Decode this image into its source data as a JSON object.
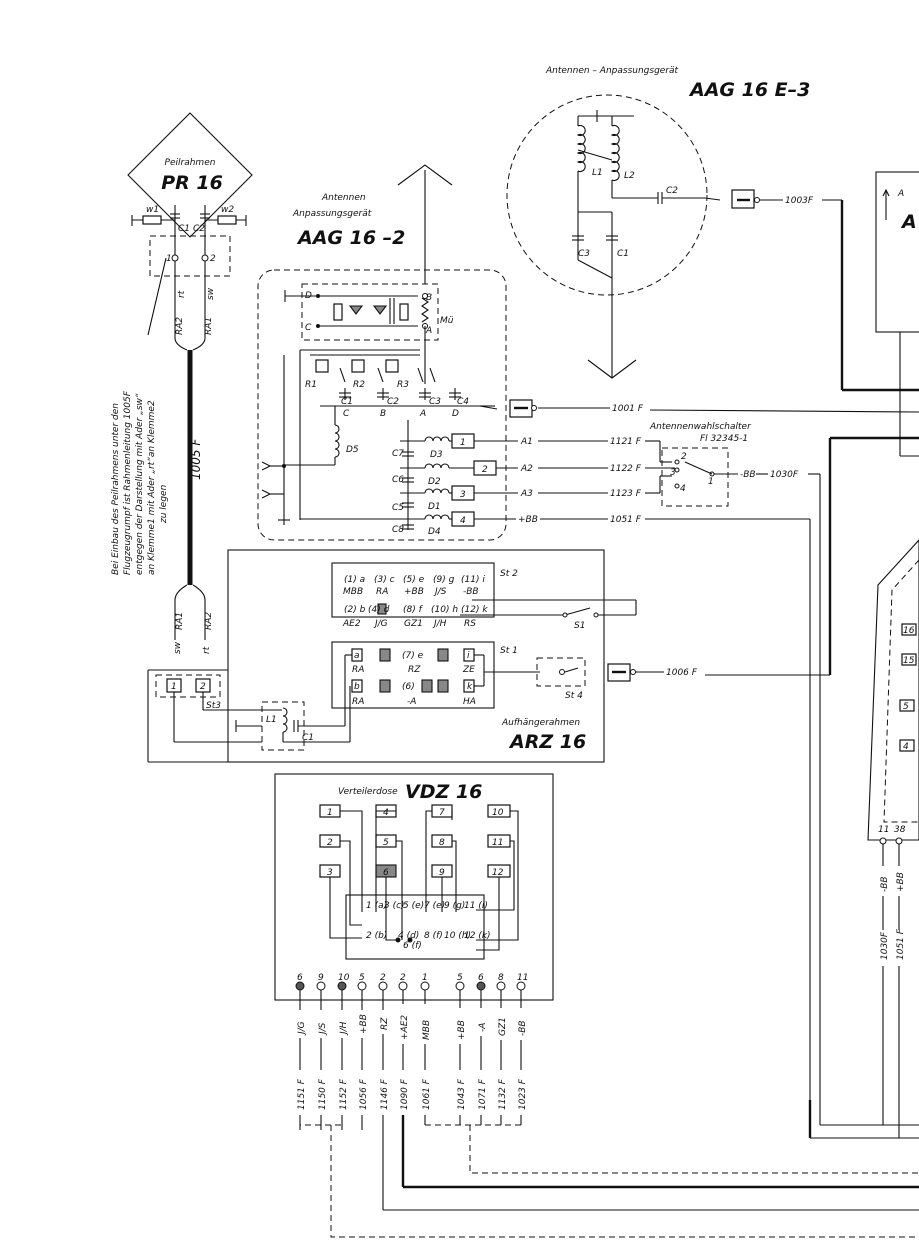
{
  "pr16": {
    "caption": "Peilrahmen",
    "title": "PR 16",
    "w1": "w1",
    "w2": "w2",
    "c1": "C1",
    "c2": "C2",
    "t1": "1",
    "t2": "2",
    "rt": "rt",
    "sw": "sw",
    "ra2": "RA2",
    "ra1": "RA1"
  },
  "cable": {
    "label": "1005 F"
  },
  "note": [
    "Bei Einbau des Peilrahmens unter den",
    "Flugzeugrumpf ist Rahmenleitung 1005F",
    "entgegen der Darstellung mit Ader „sw“",
    "an Klemme1 mit Ader „rt“an Klemme2",
    "zu legen"
  ],
  "aag162": {
    "caption1": "Antennen",
    "caption2": "Anpassungsgerät",
    "title": "AAG 16 –2",
    "mg": "Mü",
    "nodes": [
      "D",
      "C",
      "B",
      "A"
    ],
    "relays": [
      "R1",
      "R2",
      "R3"
    ],
    "caps": [
      "C1",
      "C2",
      "C3",
      "C4",
      "C7",
      "C6",
      "C5",
      "C8"
    ],
    "caps_sw": [
      "C",
      "B",
      "A",
      "D"
    ],
    "chokes": [
      "D5",
      "D3",
      "D2",
      "D1",
      "D4"
    ],
    "terms": [
      "1",
      "2",
      "3",
      "4"
    ]
  },
  "aag16e3": {
    "caption": "Antennen – Anpassungsgerät",
    "title": "AAG 16 E–3",
    "l1": "L1",
    "l2": "L2",
    "c1": "C1",
    "c2": "C2",
    "c3": "C3"
  },
  "wires_top": {
    "w1003": "1003F",
    "w1001": "1001 F",
    "a1": "A1",
    "a2": "A2",
    "a3": "A3",
    "bb": "+BB",
    "w1121": "1121 F",
    "w1122": "1122 F",
    "w1123": "1123 F",
    "w1051": "1051 F",
    "w1006": "1006 F"
  },
  "switch": {
    "title": "Antennenwahlschalter",
    "part": "Fl 32345-1",
    "bb": "-BB",
    "out": "1030F",
    "pins": [
      "2",
      "3",
      "4",
      "1"
    ]
  },
  "arz16": {
    "title": "ARZ 16",
    "caption": "Aufhängerahmen",
    "st2": "St 2",
    "st1": "St 1",
    "st3": "St3",
    "st4": "St 4",
    "s1": "S1",
    "l1": "L1",
    "c1": "C1",
    "st2_top": [
      "(1) a",
      "(3) c",
      "(5) e",
      "(9) g",
      "(11) i"
    ],
    "st2_top_sub": [
      "MBB",
      "RA",
      "+BB",
      "J/S",
      "-BB"
    ],
    "st2_bot": [
      "(2) b",
      "(4) d",
      "(8) f",
      "(10) h",
      "(12) k"
    ],
    "st2_bot_sub": [
      "AE2",
      "J/G",
      "GZ1",
      "J/H",
      "RS"
    ],
    "st1_top": [
      "a",
      "",
      "(7) e",
      "",
      "i"
    ],
    "st1_top_sub": [
      "RA",
      "",
      "RZ",
      "",
      "ZE"
    ],
    "st1_bot": [
      "b",
      "",
      "(6)",
      "",
      "k"
    ],
    "st1_bot_sub": [
      "RA",
      "",
      "-A",
      "",
      "HA"
    ],
    "sw": "sw",
    "rt": "rt",
    "ra1": "RA1",
    "ra2": "RA2",
    "t1": "1",
    "t2": "2"
  },
  "vdz16": {
    "caption": "Verteilerdose",
    "title": "VDZ 16",
    "terms": [
      "1",
      "2",
      "3",
      "4",
      "5",
      "6",
      "7",
      "8",
      "9",
      "10",
      "11",
      "12"
    ],
    "inner": [
      "1 (a)",
      "3 (c)",
      "5 (e)",
      "7 (e)",
      "9 (g)",
      "11 (i)",
      "2 (b)",
      "4 (d)",
      "6 (f)",
      "8 (f)",
      "10 (h)",
      "12 (k)"
    ],
    "pin_nums": [
      "6",
      "9",
      "10",
      "5",
      "2",
      "2",
      "1",
      "5",
      "6",
      "8",
      "11"
    ],
    "pin_sigs": [
      "J/G",
      "J/S",
      "J/H",
      "+BB",
      "RZ",
      "+AE2",
      "MBB",
      "+BB",
      "-A",
      "GZ1",
      "-BB"
    ],
    "wires": [
      "1151 F",
      "1150 F",
      "1152 F",
      "1056 F",
      "1146 F",
      "1090 F",
      "1061 F",
      "1043 F",
      "1071 F",
      "1132 F",
      "1023 F"
    ]
  },
  "right": {
    "a_letter": "A",
    "a_big": "A",
    "terms": [
      "16",
      "15",
      "5",
      "4"
    ],
    "pins": [
      "11",
      "38"
    ],
    "pin_sigs": [
      "-BB",
      "+BB"
    ],
    "wires": [
      "1030F",
      "1051 F"
    ]
  }
}
